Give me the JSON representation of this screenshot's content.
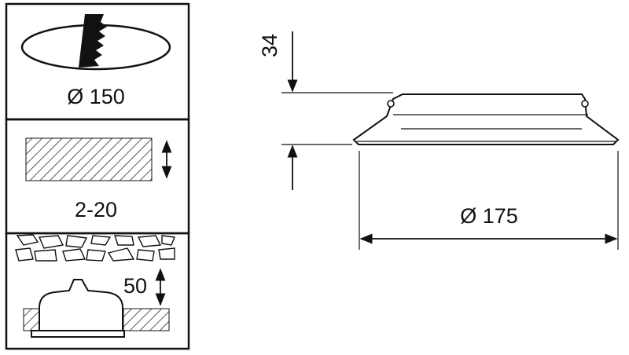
{
  "panels": {
    "cutout": {
      "label": "Ø 150"
    },
    "ceiling": {
      "label": "2-20"
    },
    "recess": {
      "label": "50"
    }
  },
  "dimensions": {
    "height": "34",
    "diameter": "Ø 175"
  },
  "colors": {
    "line": "#111111",
    "background": "#ffffff"
  }
}
